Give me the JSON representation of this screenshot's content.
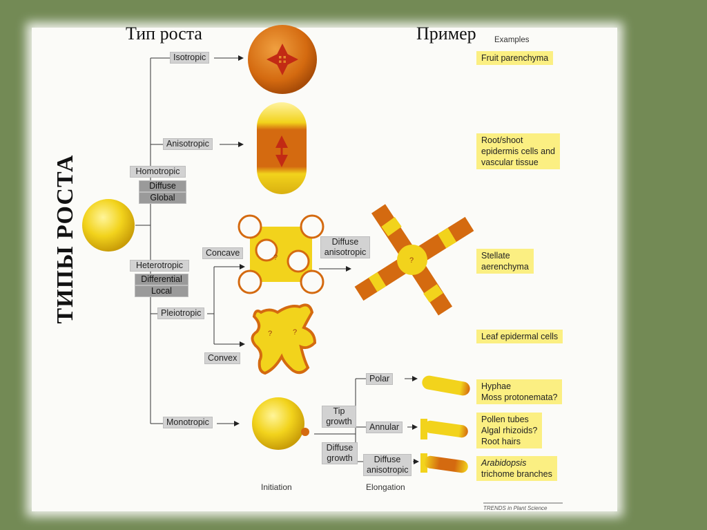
{
  "headings": {
    "growth_type": "Тип роста",
    "example": "Пример",
    "vertical_title": "ТИПЫ РОСТА"
  },
  "labels": {
    "isotropic": "Isotropic",
    "anisotropic": "Anisotropic",
    "homotropic": "Homotropic",
    "diffuse": "Diffuse",
    "global": "Global",
    "heterotropic": "Heterotropic",
    "differential": "Differential",
    "local": "Local",
    "concave": "Concave",
    "diffuse_anisotropic": "Diffuse\nanisotropic",
    "pleiotropic": "Pleiotropic",
    "convex": "Convex",
    "monotropic": "Monotropic",
    "tip_growth": "Tip\ngrowth",
    "diffuse_growth": "Diffuse\ngrowth",
    "polar": "Polar",
    "annular": "Annular",
    "diffuse_anisotropic_2": "Diffuse\nanisotropic"
  },
  "examples": {
    "header": "Examples",
    "fruit": "Fruit parenchyma",
    "root_shoot": "Root/shoot\nepidermis cells and\nvascular tissue",
    "stellate": "Stellate\naerenchyma",
    "leaf": "Leaf epidermal cells",
    "hyphae": "Hyphae\nMoss protonemata?",
    "pollen": "Pollen tubes\nAlgal rhizoids?\nRoot hairs",
    "arabidopsis_italic": "Arabidopsis",
    "arabidopsis_rest": "trichome branches"
  },
  "footer": {
    "initiation": "Initiation",
    "elongation": "Elongation",
    "source": "TRENDS in Plant Science"
  },
  "colors": {
    "background": "#738a55",
    "label_fill": "#d2d2d2",
    "example_fill": "#fbef82",
    "cell_yellow": "#f3d21a",
    "growth_orange": "#d46a10",
    "arrow_red": "#c22a14"
  }
}
